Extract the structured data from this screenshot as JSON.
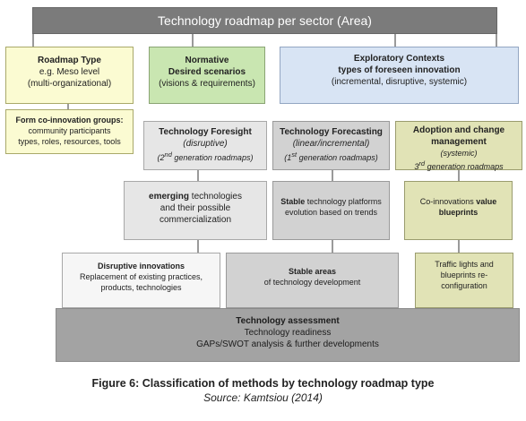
{
  "header": {
    "title": "Technology roadmap per sector (Area)"
  },
  "roadmap_type": {
    "title": "Roadmap Type",
    "line1": "e.g. Meso level",
    "line2": "(multi-organizational)"
  },
  "normative": {
    "title1": "Normative",
    "title2": "Desired scenarios",
    "line": "(visions & requirements)"
  },
  "exploratory": {
    "title1": "Exploratory Contexts",
    "title2": "types of foreseen innovation",
    "line": "(incremental, disruptive, systemic)"
  },
  "co_innovation_groups": {
    "title": "Form co-innovation groups:",
    "line1": "community participants",
    "line2": "types, roles, resources, tools"
  },
  "foresight": {
    "title": "Technology Foresight",
    "sub": "(disruptive)",
    "gen_pre": "(2",
    "gen_sup": "nd",
    "gen_post": " generation roadmaps)"
  },
  "forecasting": {
    "title": "Technology Forecasting",
    "sub": "(linear/incremental)",
    "gen_pre": "(1",
    "gen_sup": "st",
    "gen_post": " generation roadmaps)"
  },
  "adoption": {
    "title1": "Adoption and change",
    "title2": "management",
    "sub": "(systemic)",
    "gen_pre": "3",
    "gen_sup": "rd",
    "gen_post": " generation roadmaps"
  },
  "emerging": {
    "bold": "emerging",
    "rest": " technologies",
    "line2": "and their possible",
    "line3": "commercialization"
  },
  "stable_platforms": {
    "bold": "Stable",
    "rest": " technology platforms",
    "line2": "evolution based on trends"
  },
  "co_innovations": {
    "pre": "Co-innovations ",
    "bold1": "value",
    "bold2": "blueprints"
  },
  "disruptive_innovations": {
    "title": "Disruptive innovations",
    "line1": "Replacement of existing practices,",
    "line2": "products, technologies"
  },
  "stable_areas": {
    "title": "Stable areas",
    "line": "of technology development"
  },
  "traffic_lights": {
    "line1": "Traffic lights and",
    "line2": "blueprints re-",
    "line3": "configuration"
  },
  "assessment": {
    "title": "Technology assessment",
    "line1": "Technology readiness",
    "line2": "GAPs/SWOT analysis & further developments"
  },
  "caption": {
    "title": "Figure 6: Classification of methods by technology roadmap type",
    "source": "Source: Kamtsiou (2014)"
  }
}
